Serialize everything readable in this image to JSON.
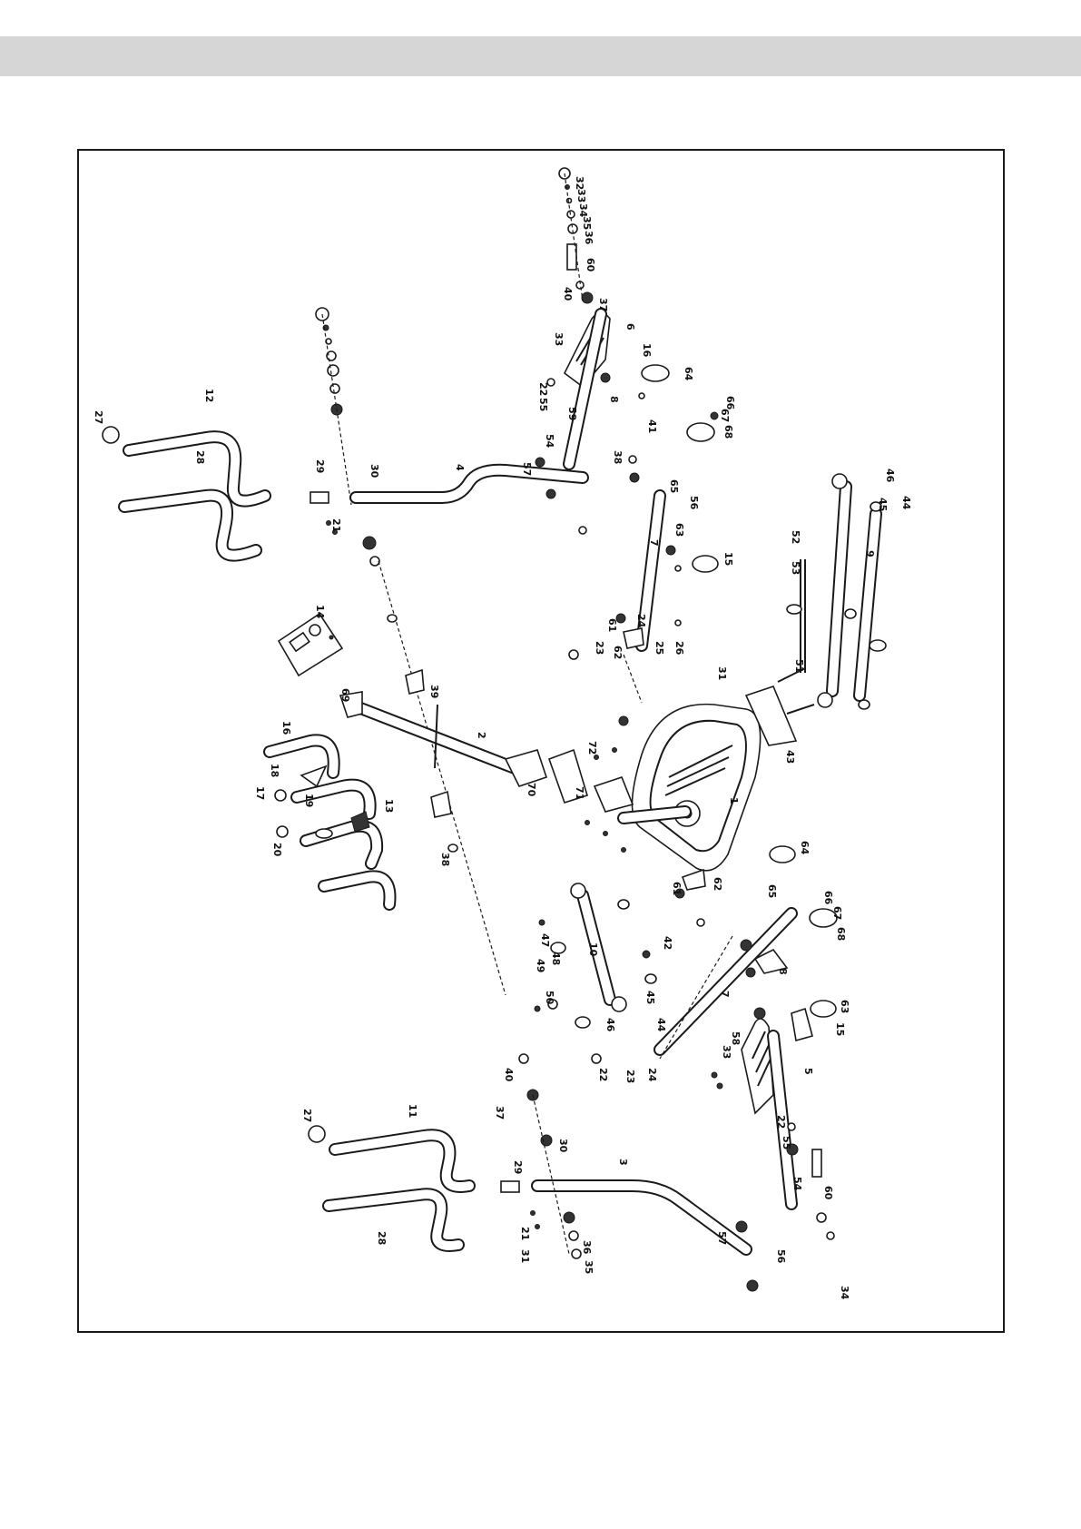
{
  "diagram": {
    "colors": {
      "line": "#1a1a1a",
      "shade": "#444444",
      "header": "#d6d6d6"
    },
    "labels": [
      {
        "id": "l32a",
        "text": "32"
      },
      {
        "id": "l33a",
        "text": "33"
      },
      {
        "id": "l34a",
        "text": "34"
      },
      {
        "id": "l35a",
        "text": "35"
      },
      {
        "id": "l36a",
        "text": "36"
      },
      {
        "id": "l60a",
        "text": "60"
      },
      {
        "id": "l40a",
        "text": "40"
      },
      {
        "id": "l37a",
        "text": "37"
      },
      {
        "id": "l6",
        "text": "6"
      },
      {
        "id": "l33b",
        "text": "33"
      },
      {
        "id": "l22a",
        "text": "22"
      },
      {
        "id": "l55a",
        "text": "55"
      },
      {
        "id": "l59",
        "text": "59"
      },
      {
        "id": "l16a",
        "text": "16"
      },
      {
        "id": "l64a",
        "text": "64"
      },
      {
        "id": "l8a",
        "text": "8"
      },
      {
        "id": "l41a",
        "text": "41"
      },
      {
        "id": "l68a",
        "text": "68"
      },
      {
        "id": "l67a",
        "text": "67"
      },
      {
        "id": "l66a",
        "text": "66"
      },
      {
        "id": "l54a",
        "text": "54"
      },
      {
        "id": "l57a",
        "text": "57"
      },
      {
        "id": "l38a",
        "text": "38"
      },
      {
        "id": "l65a",
        "text": "65"
      },
      {
        "id": "l56a",
        "text": "56"
      },
      {
        "id": "l7a",
        "text": "7"
      },
      {
        "id": "l63a",
        "text": "63"
      },
      {
        "id": "l15a",
        "text": "15"
      },
      {
        "id": "l46a",
        "text": "46"
      },
      {
        "id": "l45a",
        "text": "45"
      },
      {
        "id": "l44a",
        "text": "44"
      },
      {
        "id": "l52a",
        "text": "52"
      },
      {
        "id": "l9",
        "text": "9"
      },
      {
        "id": "l53a",
        "text": "53"
      },
      {
        "id": "l24a",
        "text": "24"
      },
      {
        "id": "l61a",
        "text": "61"
      },
      {
        "id": "l62a",
        "text": "62"
      },
      {
        "id": "l23a",
        "text": "23"
      },
      {
        "id": "l25a",
        "text": "25"
      },
      {
        "id": "l26a",
        "text": "26"
      },
      {
        "id": "l51a",
        "text": "51"
      },
      {
        "id": "l43a",
        "text": "43"
      },
      {
        "id": "l31a",
        "text": "31"
      },
      {
        "id": "l27a",
        "text": "27"
      },
      {
        "id": "l12",
        "text": "12"
      },
      {
        "id": "l28a",
        "text": "28"
      },
      {
        "id": "l29a",
        "text": "29"
      },
      {
        "id": "l30a",
        "text": "30"
      },
      {
        "id": "l4",
        "text": "4"
      },
      {
        "id": "l21a",
        "text": "21"
      },
      {
        "id": "l14",
        "text": "14"
      },
      {
        "id": "l39a",
        "text": "39"
      },
      {
        "id": "l69a",
        "text": "69"
      },
      {
        "id": "l2",
        "text": "2"
      },
      {
        "id": "l72a",
        "text": "72"
      },
      {
        "id": "l70",
        "text": "70"
      },
      {
        "id": "l71",
        "text": "71"
      },
      {
        "id": "l1",
        "text": "1"
      },
      {
        "id": "l16b",
        "text": "16"
      },
      {
        "id": "l18a",
        "text": "18"
      },
      {
        "id": "l17a",
        "text": "17"
      },
      {
        "id": "l19",
        "text": "19"
      },
      {
        "id": "l13",
        "text": "13"
      },
      {
        "id": "l20",
        "text": "20"
      },
      {
        "id": "l10",
        "text": "10"
      },
      {
        "id": "l47a",
        "text": "47"
      },
      {
        "id": "l48a",
        "text": "48"
      },
      {
        "id": "l49a",
        "text": "49"
      },
      {
        "id": "l50a",
        "text": "50"
      },
      {
        "id": "l42",
        "text": "42"
      },
      {
        "id": "l5",
        "text": "5"
      },
      {
        "id": "l58",
        "text": "58"
      },
      {
        "id": "l11",
        "text": "11"
      },
      {
        "id": "l3",
        "text": "3"
      },
      {
        "id": "l37b",
        "text": "37"
      },
      {
        "id": "l40b",
        "text": "40"
      },
      {
        "id": "l36b",
        "text": "36"
      },
      {
        "id": "l35b",
        "text": "35"
      },
      {
        "id": "l34b",
        "text": "34"
      },
      {
        "id": "l60b",
        "text": "60"
      },
      {
        "id": "l57b",
        "text": "57"
      },
      {
        "id": "l54b",
        "text": "54"
      },
      {
        "id": "l56b",
        "text": "56"
      },
      {
        "id": "l55b",
        "text": "55"
      },
      {
        "id": "l22b",
        "text": "22"
      },
      {
        "id": "l29b",
        "text": "29"
      },
      {
        "id": "l30b",
        "text": "30"
      },
      {
        "id": "l27b",
        "text": "27"
      },
      {
        "id": "l28b",
        "text": "28"
      },
      {
        "id": "l21b",
        "text": "21"
      },
      {
        "id": "l31b",
        "text": "31"
      },
      {
        "id": "l7b",
        "text": "7"
      },
      {
        "id": "l63b",
        "text": "63"
      },
      {
        "id": "l64b",
        "text": "64"
      },
      {
        "id": "l65b",
        "text": "65"
      },
      {
        "id": "l66b",
        "text": "66"
      },
      {
        "id": "l67b",
        "text": "67"
      },
      {
        "id": "l68b",
        "text": "68"
      },
      {
        "id": "l8b",
        "text": "8"
      },
      {
        "id": "l15b",
        "text": "15"
      },
      {
        "id": "l24b",
        "text": "24"
      },
      {
        "id": "l23b",
        "text": "23"
      },
      {
        "id": "l22c",
        "text": "22"
      },
      {
        "id": "l33c",
        "text": "33"
      },
      {
        "id": "l38b",
        "text": "38"
      },
      {
        "id": "l46b",
        "text": "46"
      },
      {
        "id": "l44b",
        "text": "44"
      },
      {
        "id": "l45b",
        "text": "45"
      },
      {
        "id": "l61b",
        "text": "61"
      },
      {
        "id": "l62b",
        "text": "62"
      }
    ]
  }
}
